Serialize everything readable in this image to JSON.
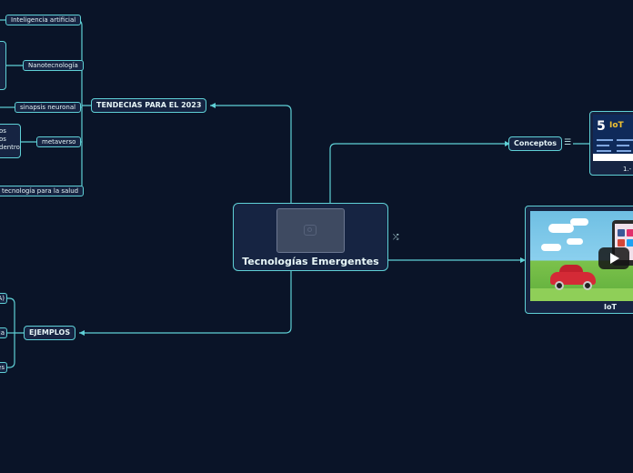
{
  "diagram": {
    "central": {
      "title": "Tecnologías Emergentes"
    },
    "trends": {
      "label": "TENDECIAS PARA EL 2023",
      "items": [
        "Inteligencia artificial",
        "Nanotecnología",
        "sinapsis neuronal",
        "metaverso",
        "tecnología para la salud"
      ],
      "metaverso_note": [
        "os",
        "os",
        "dentro"
      ]
    },
    "examples": {
      "label": "EJEMPLOS",
      "items": [
        "A)",
        "ia",
        "es"
      ]
    },
    "concepts": {
      "label": "Conceptos",
      "card_caption": "1.-",
      "infographic_text": [
        "5",
        "IoT"
      ]
    },
    "iot": {
      "caption": "IoT"
    },
    "colors": {
      "background": "#0a1428",
      "node_fill": "#162442",
      "connector": "#5fd0d6"
    },
    "icons": {
      "notes": "notes-icon",
      "link": "link-icon",
      "photo_placeholder": "image-placeholder-icon",
      "video_play": "play-icon"
    }
  }
}
